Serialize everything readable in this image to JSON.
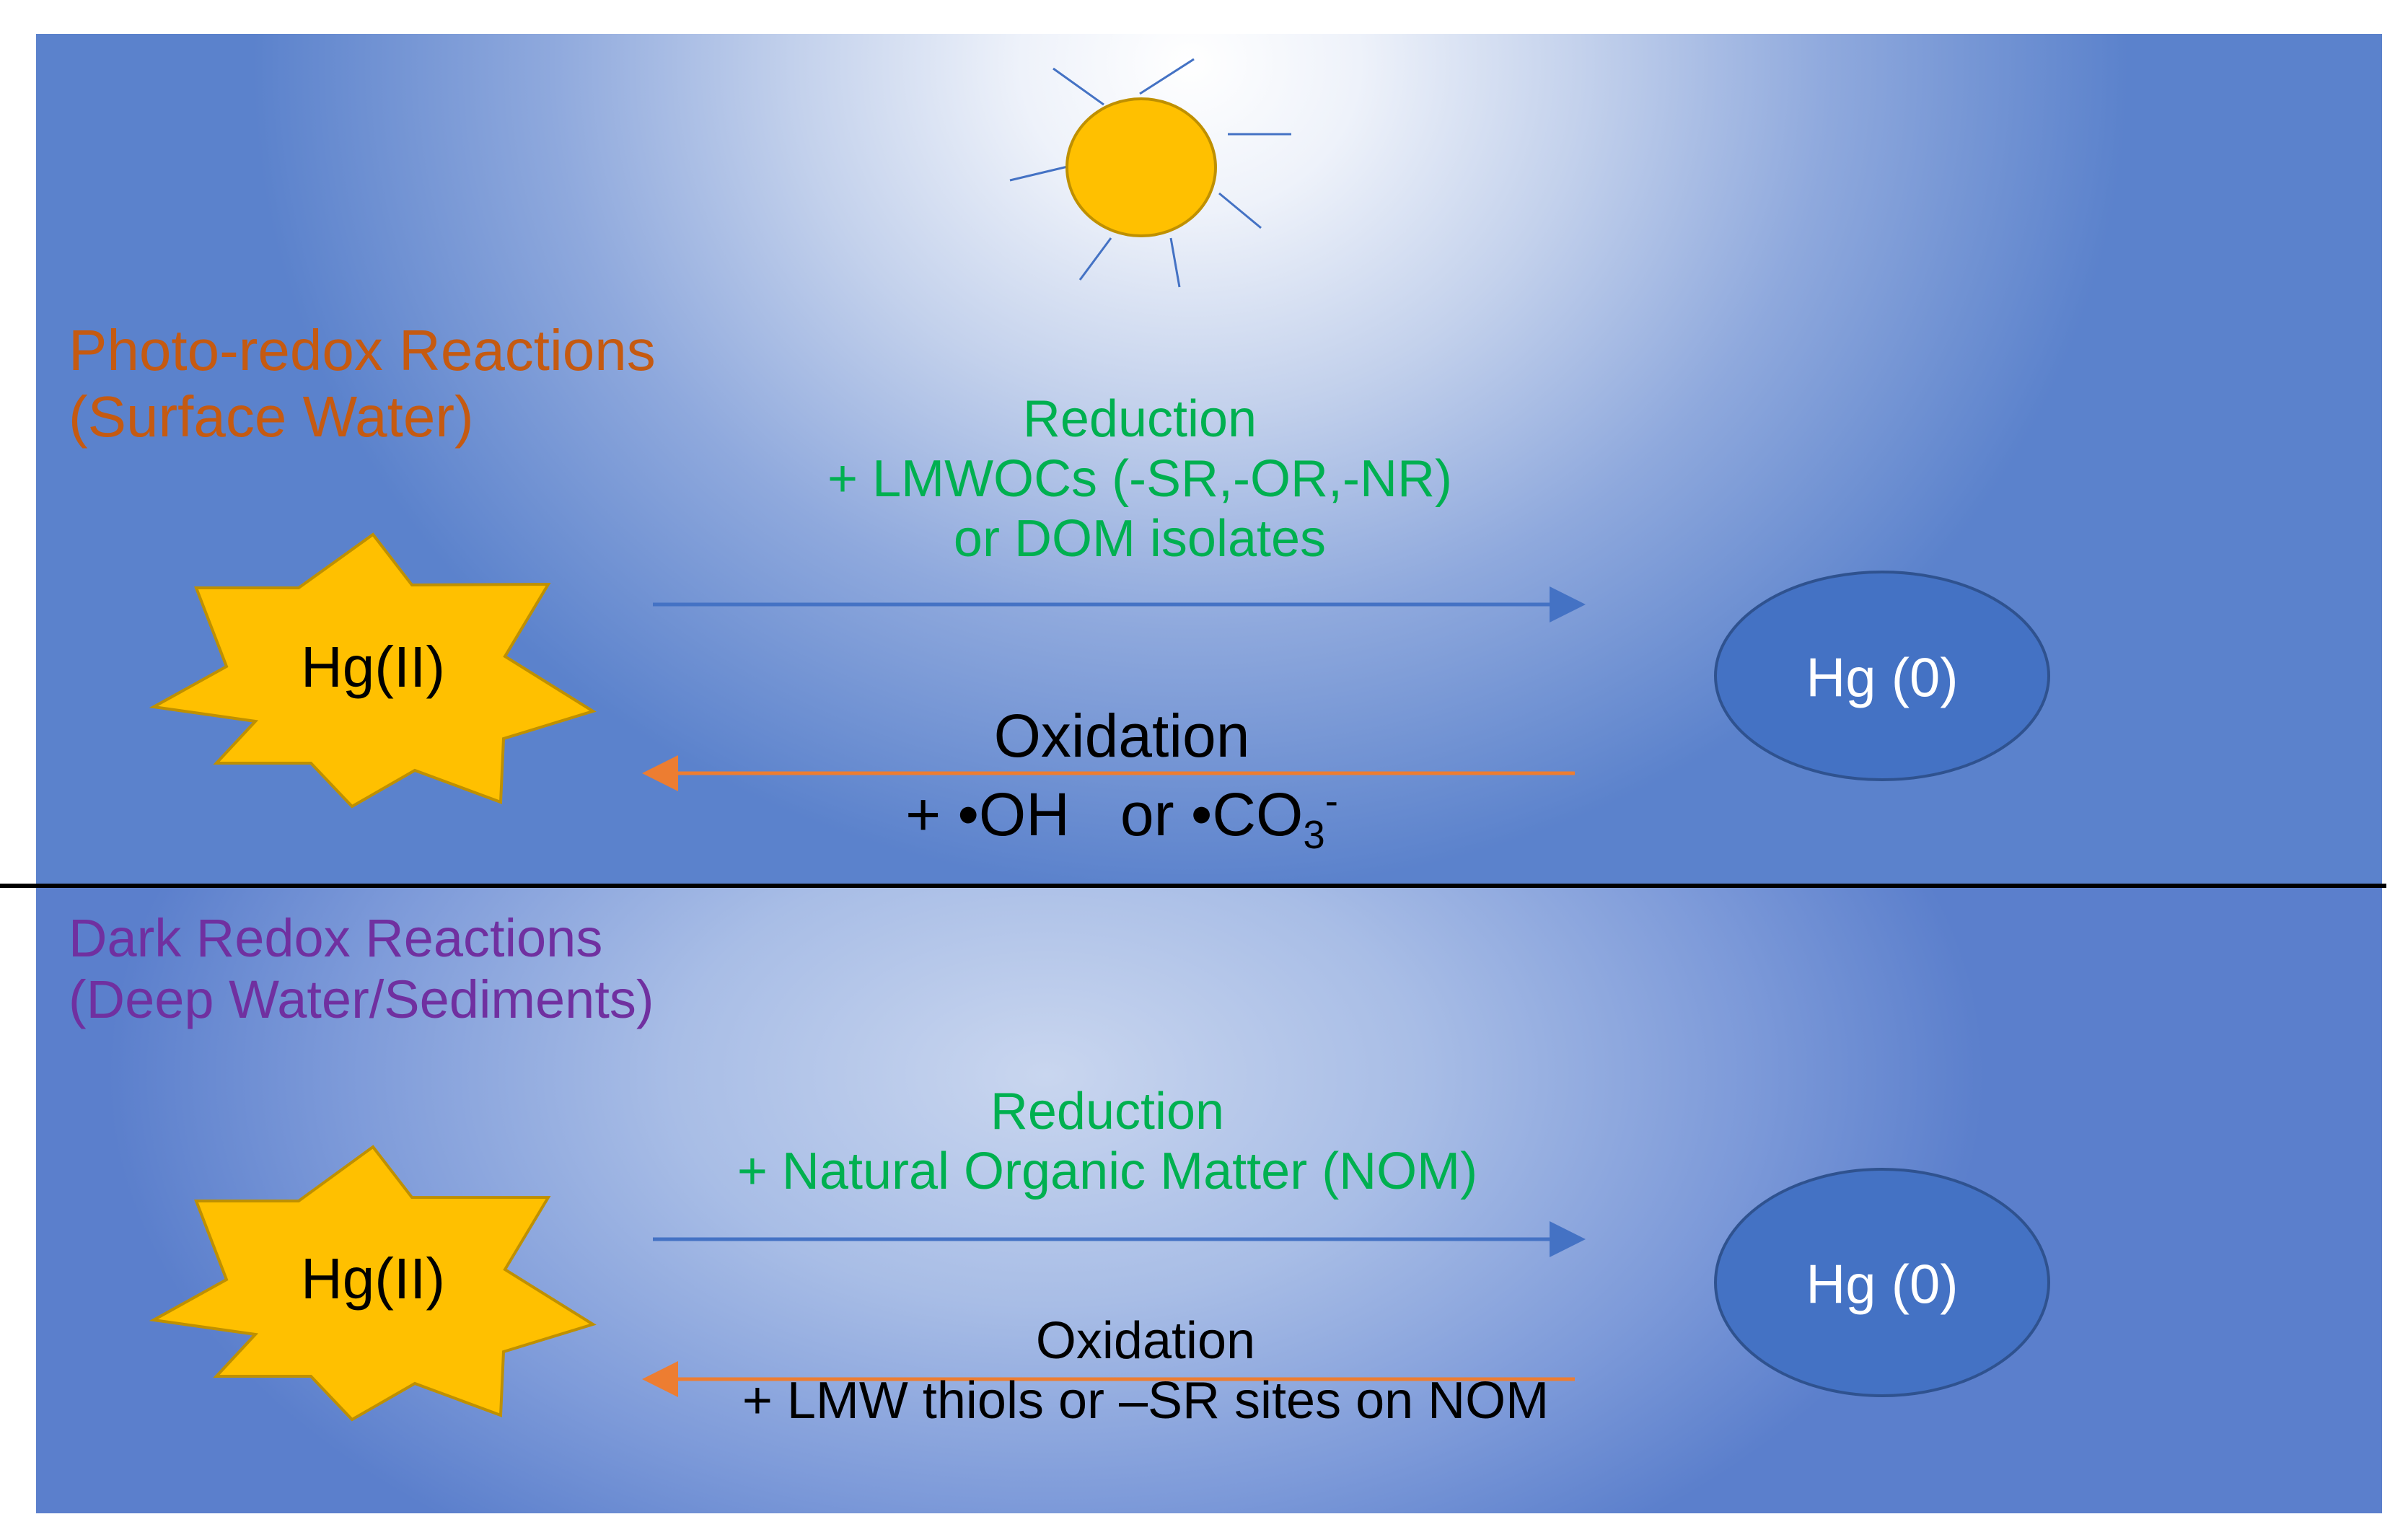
{
  "photo_section": {
    "title_line1": "Photo-redox Reactions",
    "title_line2": "(Surface Water)",
    "reduction_label": "Reduction",
    "reduction_line2": "+ LMWOCs (-SR,-OR,-NR)",
    "reduction_line3": "or DOM isolates",
    "oxidation_label": "Oxidation",
    "oxidation_prefix": "+ •OH   or •CO",
    "oxidation_sub": "3",
    "oxidation_sup": "-",
    "species_left": "Hg(II)",
    "species_right": "Hg (0)"
  },
  "dark_section": {
    "title_line1": "Dark Redox Reactions",
    "title_line2": "(Deep Water/Sediments)",
    "reduction_label": "Reduction",
    "reduction_line2": "+ Natural Organic Matter (NOM)",
    "oxidation_label": "Oxidation",
    "oxidation_line2": "+ LMW thiols or –SR sites on NOM",
    "species_left": "Hg(II)",
    "species_right": "Hg (0)"
  },
  "colors": {
    "reduction_text": "#00b050",
    "photo_title": "#c55a11",
    "dark_title": "#7030a0",
    "reduction_arrow": "#4472c4",
    "oxidation_arrow": "#ed7d31",
    "hg2_star": "#ffc000",
    "hg0_ellipse": "#4472c4",
    "sun": "#ffc000"
  },
  "icons": [
    "sun-icon",
    "hg2-star-shape",
    "hg0-ellipse-shape"
  ]
}
